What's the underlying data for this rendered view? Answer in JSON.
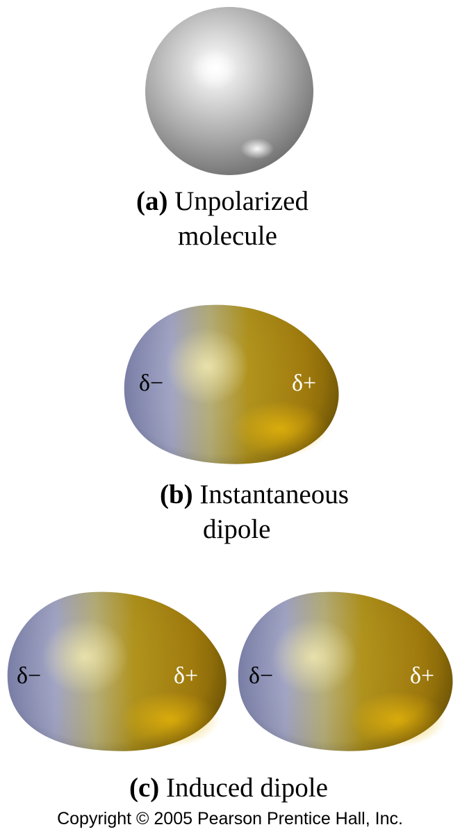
{
  "panels": {
    "a": {
      "letter": "(a)",
      "line1": "Unpolarized",
      "line2": "molecule"
    },
    "b": {
      "letter": "(b)",
      "line1": "Instantaneous",
      "line2": "dipole",
      "neg_label": "δ−",
      "pos_label": "δ+"
    },
    "c": {
      "letter": "(c)",
      "line1": "Induced dipole",
      "left": {
        "neg_label": "δ−",
        "pos_label": "δ+"
      },
      "right": {
        "neg_label": "δ−",
        "pos_label": "δ+"
      }
    }
  },
  "copyright": "Copyright © 2005 Pearson Prentice Hall, Inc.",
  "colors": {
    "sphere_light": "#ffffff",
    "sphere_mid": "#b8b8b8",
    "sphere_dark": "#6e6e6e",
    "dipole_negative": "#8f93b8",
    "dipole_positive": "#b8900a",
    "dipole_highlight": "#e8d890"
  }
}
